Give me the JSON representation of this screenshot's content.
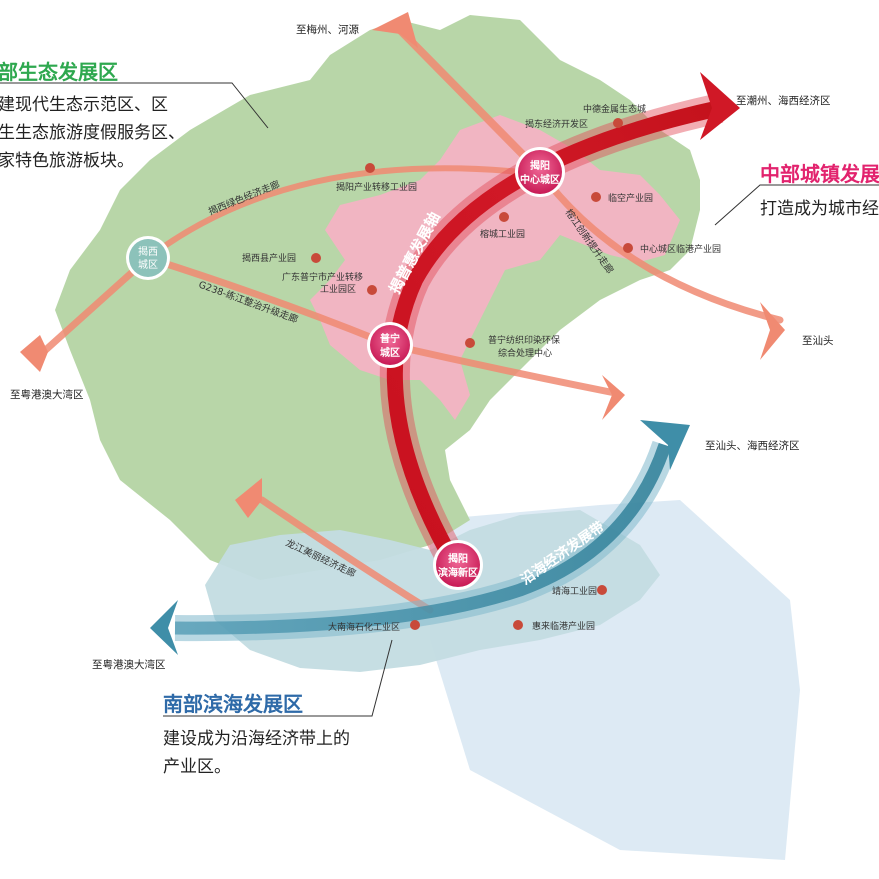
{
  "zones": {
    "north": {
      "title": "部生态发展区",
      "lines": [
        "建现代生态示范区、区",
        "生生态旅游度假服务区、",
        "家特色旅游板块。"
      ],
      "color": "#2ea84f"
    },
    "central": {
      "title": "中部城镇发展",
      "lines": [
        "打造成为城市经"
      ],
      "color": "#e2236e"
    },
    "south": {
      "title": "南部滨海发展区",
      "lines": [
        "建设成为沿海经济带上的",
        "产业区。"
      ],
      "color": "#2e6aa8"
    }
  },
  "hubs": {
    "center": {
      "l1": "揭阳",
      "l2": "中心城区"
    },
    "puning": {
      "l1": "普宁",
      "l2": "城区"
    },
    "jiexi": {
      "l1": "揭西",
      "l2": "城区"
    },
    "coastal": {
      "l1": "揭阳",
      "l2": "滨海新区"
    }
  },
  "axes": {
    "main": "揭普惠发展轴",
    "coast": "沿海经济发展带"
  },
  "corridors": {
    "green": "揭西绿色经济走廊",
    "g238": "G238-练江整治升级走廊",
    "longjiang": "龙江美丽经济走廊",
    "rongjiang": "榕江创新提升走廊"
  },
  "destinations": {
    "meizhou": "至梅州、河源",
    "chaozhou": "至潮州、海西经济区",
    "shantou": "至汕头",
    "shantou_haixi": "至汕头、海西经济区",
    "gba_west": "至粤港澳大湾区",
    "gba_south": "至粤港澳大湾区"
  },
  "parks": {
    "zhongde": "中德金属生态城",
    "jiedong": "揭东经济开发区",
    "jieyang_transfer": "揭阳产业转移工业园",
    "linkong": "临空产业园",
    "rongcheng": "榕城工业园",
    "zhongxin": "中心城区临港产业园",
    "jiexi_county": "揭西县产业园",
    "puning_a": "广东普宁市产业转移",
    "puning_b": "工业园区",
    "textile_a": "普宁纺织印染环保",
    "textile_b": "综合处理中心",
    "jinghai": "靖海工业园",
    "huilai": "惠来临港产业园",
    "petro": "大南海石化工业区"
  },
  "colors": {
    "north_land": "#b8d6a8",
    "central_land": "#f3b3c3",
    "south_land": "#c3dce2",
    "sea": "#d9e8f3",
    "main_axis": "#cf1b2b",
    "coast_axis": "#3f8ea8",
    "corridor": "#f08a72",
    "hub": "#d8245e"
  }
}
